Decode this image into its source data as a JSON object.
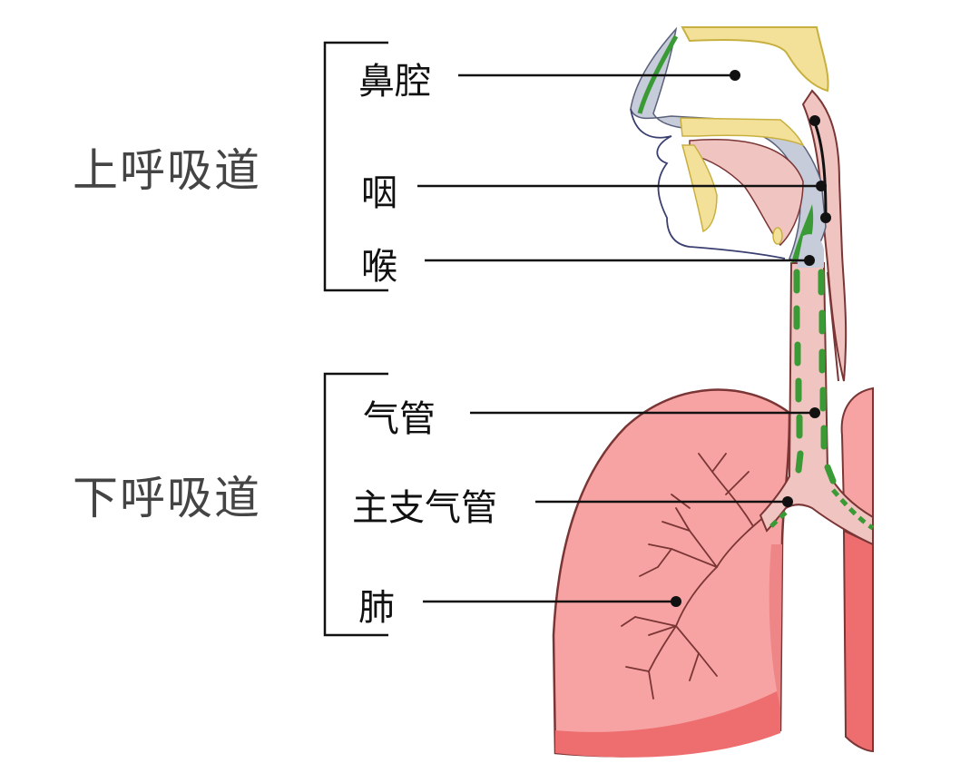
{
  "groups": [
    {
      "label": "上呼吸道",
      "parts": [
        "鼻腔",
        "咽",
        "喉"
      ]
    },
    {
      "label": "下呼吸道",
      "parts": [
        "气管",
        "主支气管",
        "肺"
      ]
    }
  ],
  "colors": {
    "lung_fill": "#f7a3a3",
    "lung_dark": "#e8585a",
    "lung_outline": "#7a3535",
    "cavity": "#c6ccd9",
    "bone": "#f3e19a",
    "bone_outline": "#c8b040",
    "mucosa_green": "#3a9a35",
    "tissue_pink": "#f0c4c0",
    "pointer": "#111111"
  }
}
